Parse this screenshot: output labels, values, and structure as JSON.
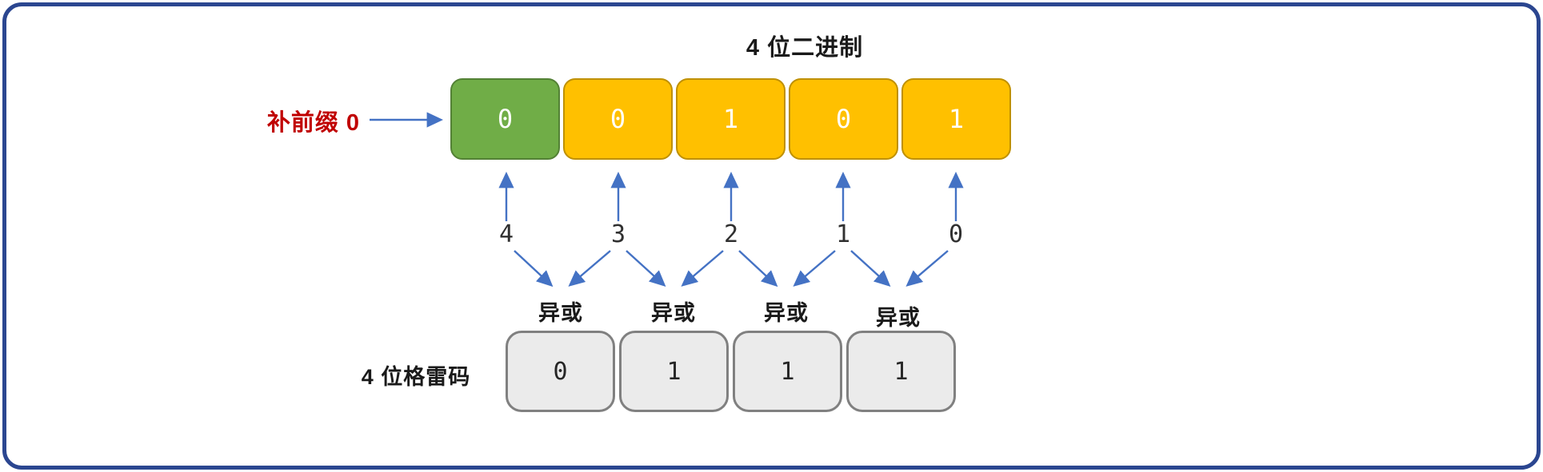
{
  "diagram": {
    "binary": {
      "title": "4 位二进制",
      "prefix_label": "补前缀 0",
      "bits": [
        {
          "value": "0",
          "role": "prefix"
        },
        {
          "value": "0",
          "role": "bit"
        },
        {
          "value": "1",
          "role": "bit"
        },
        {
          "value": "0",
          "role": "bit"
        },
        {
          "value": "1",
          "role": "bit"
        }
      ],
      "positions": [
        "4",
        "3",
        "2",
        "1",
        "0"
      ]
    },
    "xor": {
      "labels": [
        "异或",
        "异或",
        "异或",
        "异或"
      ]
    },
    "gray": {
      "label": "4 位格雷码",
      "bits": [
        "0",
        "1",
        "1",
        "1"
      ]
    }
  },
  "colors": {
    "navy": "#2B4690",
    "green": "#70AD47",
    "greenBorder": "#538135",
    "orange": "#FFC000",
    "orangeBorder": "#BF9000",
    "grayFill": "#EBEBEB",
    "grayBorder": "#808080",
    "arrow": "#4472C4",
    "red": "#C00000"
  }
}
